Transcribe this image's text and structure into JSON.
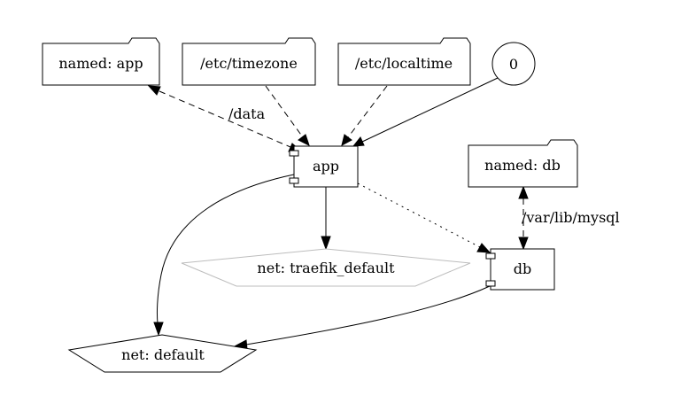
{
  "nodes": {
    "volume_app": "named: app",
    "volume_timezone": "/etc/timezone",
    "volume_localtime": "/etc/localtime",
    "port_zero": "0",
    "service_app": "app",
    "volume_db": "named: db",
    "network_traefik": "net: traefik_default",
    "service_db": "db",
    "network_default": "net: default"
  },
  "edges": {
    "app_data_mount": "/data",
    "db_mysql_mount": "/var/lib/mysql"
  }
}
